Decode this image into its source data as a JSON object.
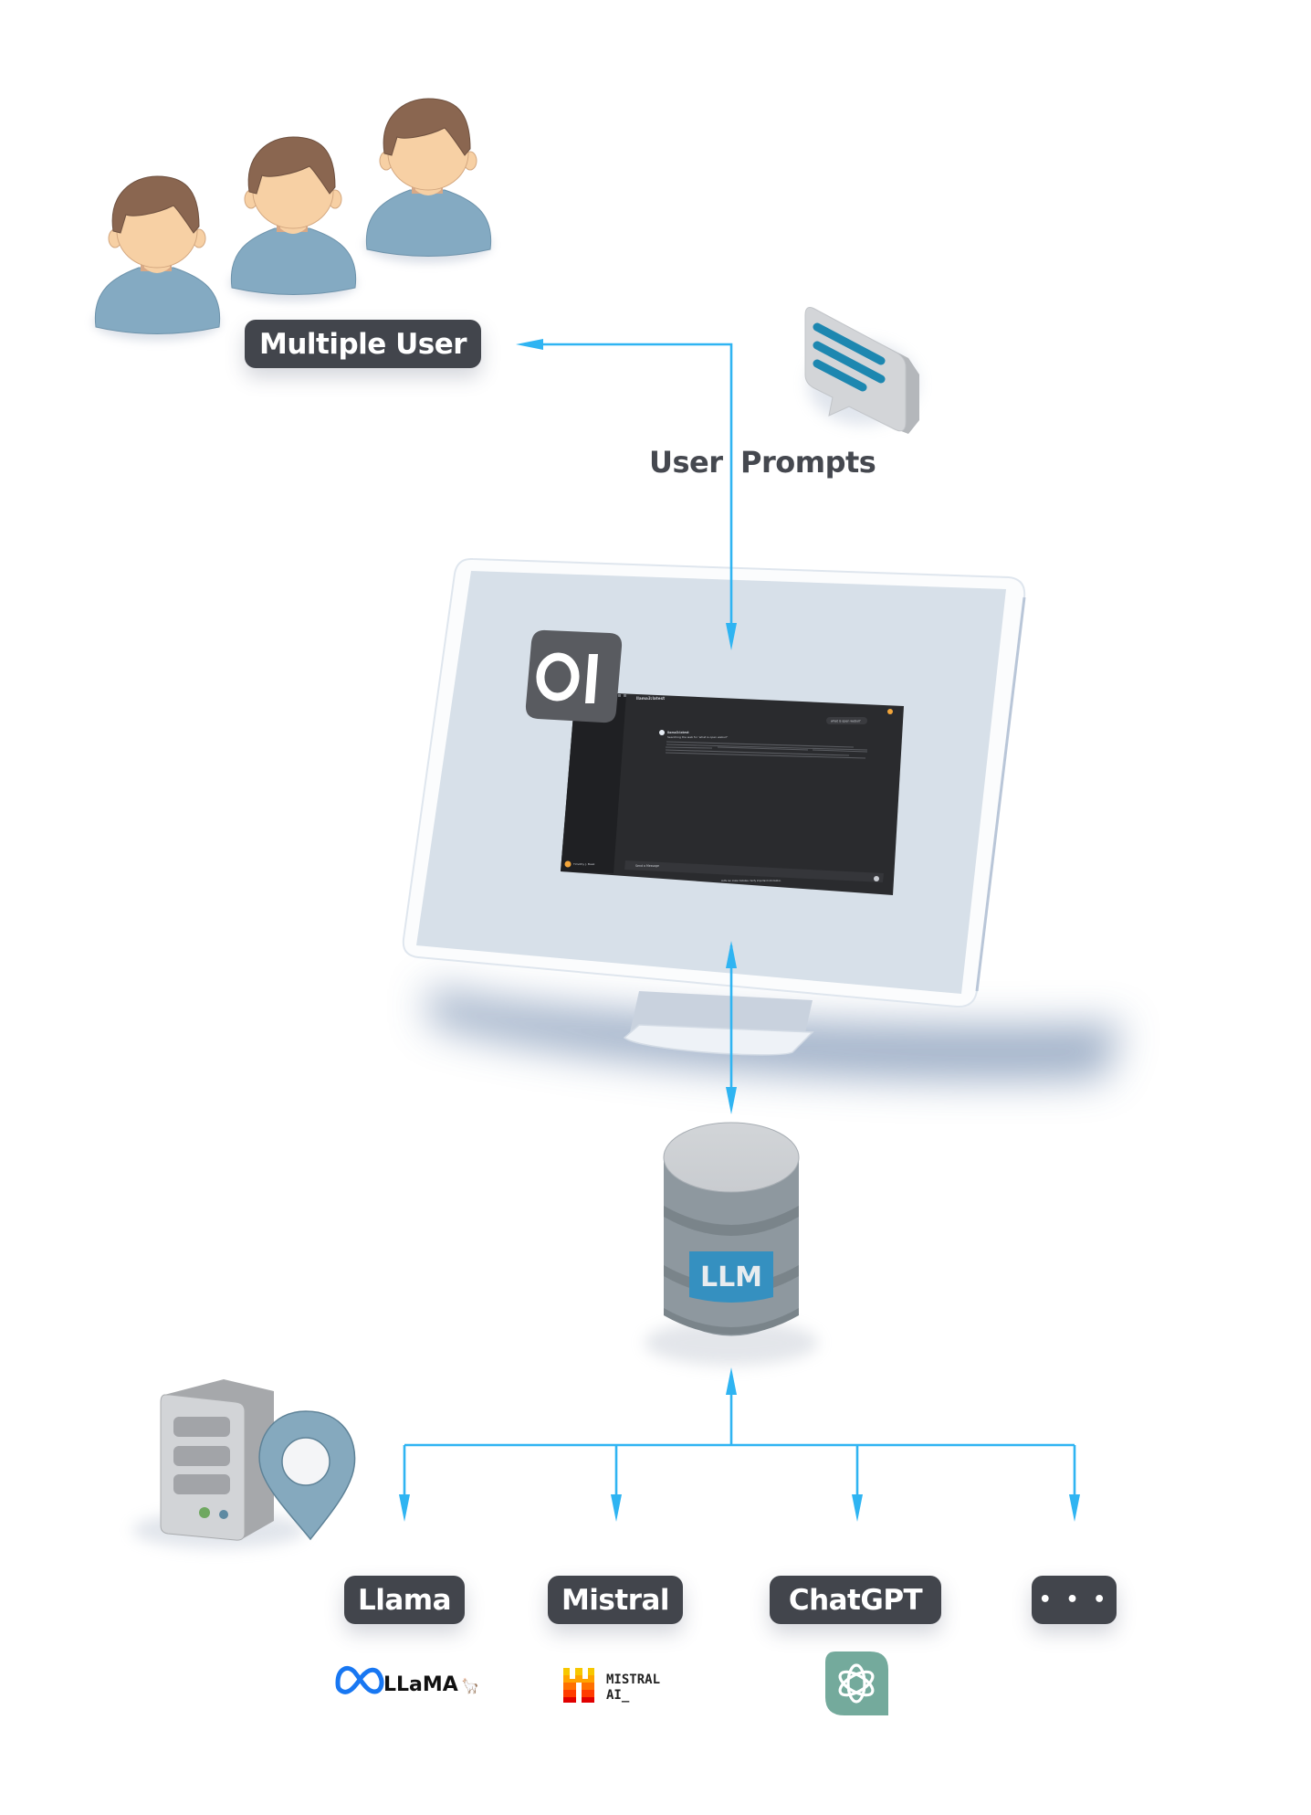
{
  "diagram": {
    "users": {
      "label": "Multiple User",
      "count": 3,
      "icon": "user-avatar-icon"
    },
    "prompts": {
      "label_left": "User",
      "label_right": "Prompts",
      "icon": "chat-bubble-icon"
    },
    "monitor": {
      "logo_text": "OI",
      "app": {
        "model_name": "llama3:latest",
        "user_message": "what is open webui?",
        "assistant_name": "llama3:latest",
        "status_text": "Searching the web for 'what is open webui?'",
        "input_placeholder": "Send a Message",
        "footer_text": "LLMs can make mistakes. Verify important information.",
        "sidebar_user": "Timothy J. Baek"
      }
    },
    "llm_store": {
      "label": "LLM",
      "icon": "database-icon"
    },
    "local_server": {
      "icon": "server-location-icon"
    },
    "providers": [
      {
        "label": "Llama",
        "logo": "meta-llama-logo",
        "logo_text": "LLaMA"
      },
      {
        "label": "Mistral",
        "logo": "mistral-ai-logo",
        "logo_text_1": "MISTRAL",
        "logo_text_2": "AI_"
      },
      {
        "label": "ChatGPT",
        "logo": "openai-logo"
      },
      {
        "label": "• • •",
        "logo": ""
      }
    ],
    "colors": {
      "arrow": "#2fb4f2",
      "pill": "#42454c",
      "text": "#45484f",
      "screen": "#d7e0e9",
      "shirt": "#84aac2",
      "skin": "#f7d0a4",
      "hair": "#8a6650",
      "openai_green": "#74aa9c",
      "llm_badge": "#3590c0"
    }
  }
}
